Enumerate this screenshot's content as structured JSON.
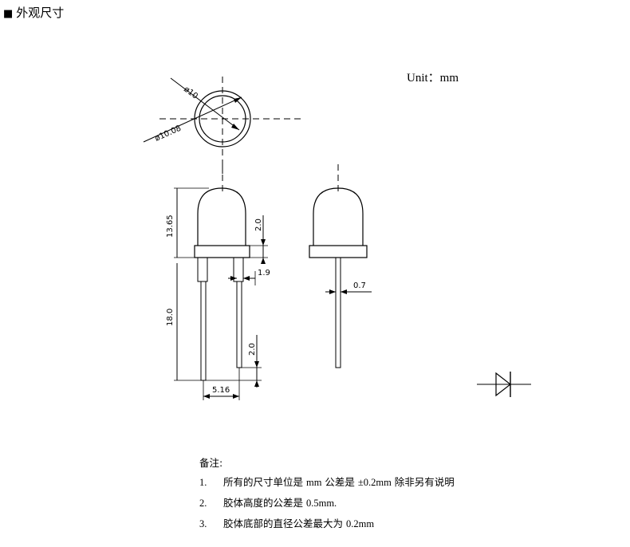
{
  "header": {
    "bullet": "■",
    "title": "外观尺寸"
  },
  "unit_label": "Unit：mm",
  "dimensions": {
    "top_dia_inner": "ø10",
    "top_dia_outer": "ø10.08",
    "total_height": "13.65",
    "dome_base": "2.0",
    "lead_offset": "1.9",
    "lead_length": "18.0",
    "lead_bottom": "2.0",
    "lead_spacing": "5.16",
    "lead_width": "0.7"
  },
  "notes": {
    "title": "备注:",
    "items": [
      {
        "num": "1.",
        "parts": [
          "所有的尺寸单位是 ",
          "mm",
          " 公差是 ",
          "±0.2mm",
          " 除非另有说明"
        ]
      },
      {
        "num": "2.",
        "parts": [
          "胶体高度的公差是 ",
          "0.5mm.",
          "",
          "",
          ""
        ]
      },
      {
        "num": "3.",
        "parts": [
          "胶体底部的直径公差最大为 ",
          "0.2mm",
          "",
          "",
          ""
        ]
      }
    ]
  }
}
